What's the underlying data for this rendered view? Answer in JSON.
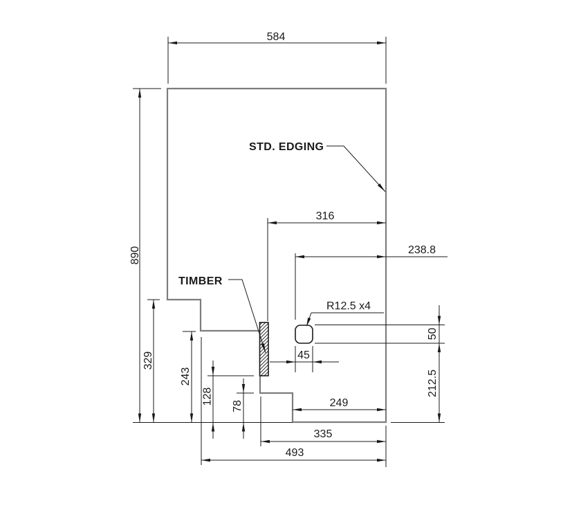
{
  "drawing": {
    "labels": {
      "std_edging": "STD. EDGING",
      "timber": "TIMBER",
      "radius_note": "R12.5 x4"
    },
    "dims": {
      "d584": "584",
      "d890": "890",
      "d316": "316",
      "d238_8": "238.8",
      "d45": "45",
      "d50": "50",
      "d212_5": "212.5",
      "d329": "329",
      "d243": "243",
      "d128": "128",
      "d78": "78",
      "d249": "249",
      "d335": "335",
      "d493": "493"
    },
    "colors": {
      "outline": "#7d7d7d",
      "dimension": "#1a1a1a",
      "background": "#ffffff"
    }
  }
}
